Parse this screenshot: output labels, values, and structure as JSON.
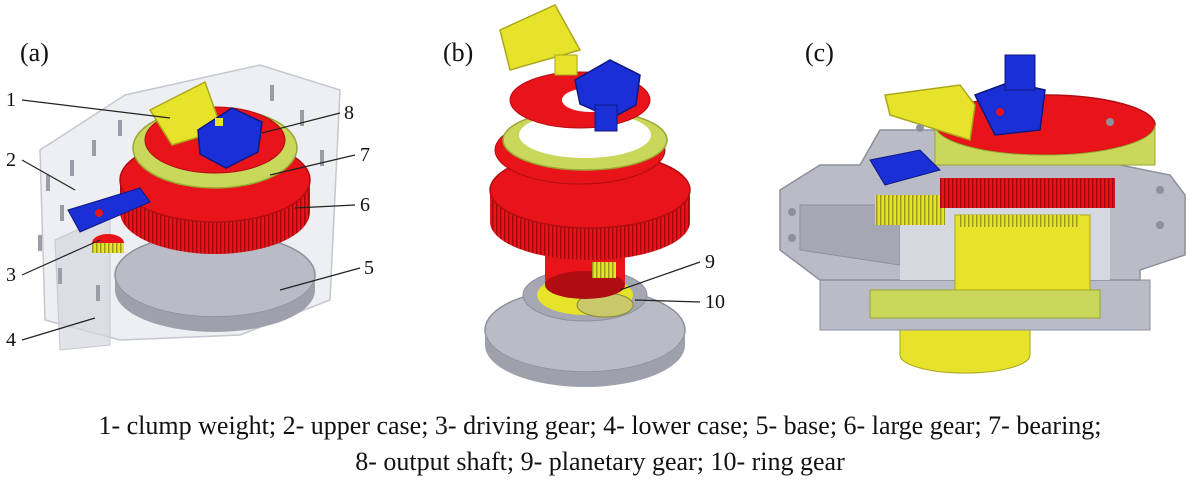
{
  "panels": {
    "a": "(a)",
    "b": "(b)",
    "c": "(c)"
  },
  "callouts": [
    "1",
    "2",
    "3",
    "4",
    "5",
    "6",
    "7",
    "8",
    "9",
    "10"
  ],
  "caption": {
    "line1": "1- clump weight; 2- upper case; 3- driving gear; 4- lower case; 5- base; 6- large gear; 7- bearing;",
    "line2": "8- output shaft; 9- planetary gear; 10- ring gear"
  },
  "colors": {
    "red": "#e8141a",
    "dark_red": "#b00d12",
    "yellow": "#e6e32a",
    "yellow_green": "#c9d85a",
    "blue": "#1b2fd6",
    "gray": "#b9bcc6",
    "dark_gray": "#8d909c",
    "translucent_case": "#dfe1e8"
  }
}
